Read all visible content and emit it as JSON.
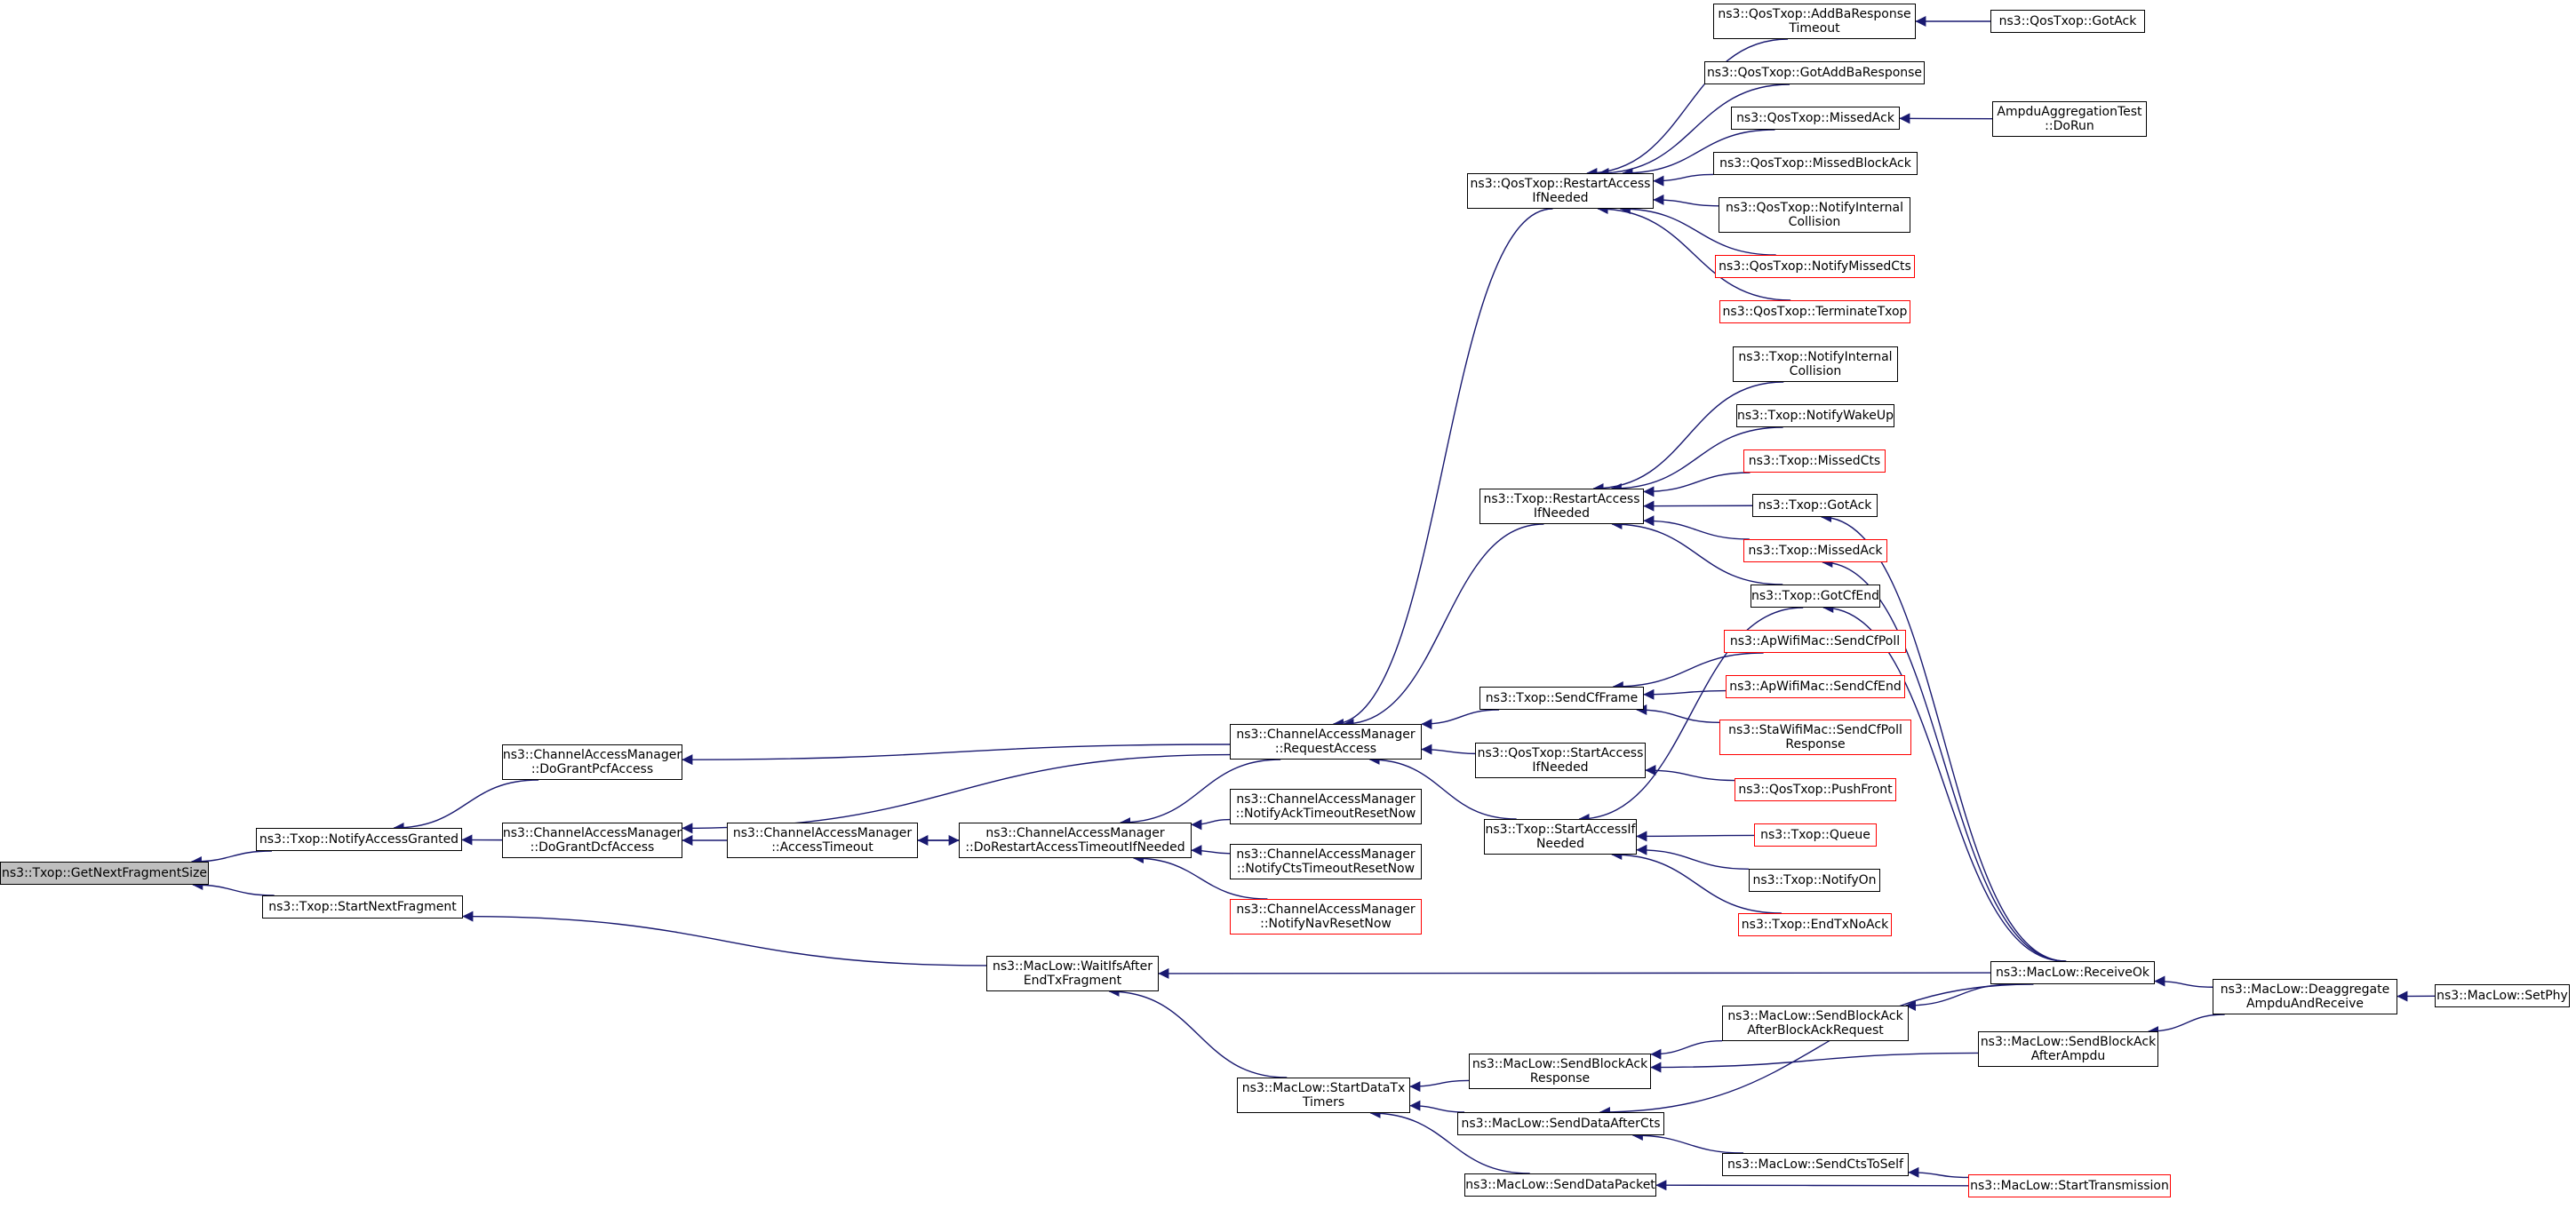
{
  "colors": {
    "edge": "#191970",
    "box": "#000000",
    "partial_box": "#ff0000",
    "focus_fill": "#bfbfbf"
  },
  "nodes": [
    {
      "id": "n0",
      "label": "ns3::Txop::GetNextFragmentSize",
      "focus": true
    },
    {
      "id": "n1",
      "label": "ns3::Txop::NotifyAccessGranted"
    },
    {
      "id": "n2",
      "label": "ns3::Txop::StartNextFragment"
    },
    {
      "id": "n3",
      "label": "ns3::ChannelAccessManager\n::DoGrantPcfAccess"
    },
    {
      "id": "n4",
      "label": "ns3::ChannelAccessManager\n::DoGrantDcfAccess"
    },
    {
      "id": "n5",
      "label": "ns3::ChannelAccessManager\n::AccessTimeout"
    },
    {
      "id": "n6",
      "label": "ns3::ChannelAccessManager\n::DoRestartAccessTimeoutIfNeeded"
    },
    {
      "id": "n7",
      "label": "ns3::ChannelAccessManager\n::RequestAccess"
    },
    {
      "id": "n8",
      "label": "ns3::ChannelAccessManager\n::NotifyAckTimeoutResetNow"
    },
    {
      "id": "n9",
      "label": "ns3::ChannelAccessManager\n::NotifyCtsTimeoutResetNow"
    },
    {
      "id": "n10",
      "label": "ns3::ChannelAccessManager\n::NotifyNavResetNow",
      "red": true
    },
    {
      "id": "n11",
      "label": "ns3::MacLow::WaitIfsAfter\nEndTxFragment"
    },
    {
      "id": "n12",
      "label": "ns3::MacLow::StartDataTx\nTimers"
    },
    {
      "id": "n13",
      "label": "ns3::QosTxop::RestartAccess\nIfNeeded"
    },
    {
      "id": "n14",
      "label": "ns3::Txop::RestartAccess\nIfNeeded"
    },
    {
      "id": "n15",
      "label": "ns3::Txop::SendCfFrame"
    },
    {
      "id": "n16",
      "label": "ns3::QosTxop::StartAccess\nIfNeeded"
    },
    {
      "id": "n17",
      "label": "ns3::Txop::StartAccessIf\nNeeded"
    },
    {
      "id": "n18",
      "label": "ns3::MacLow::SendBlockAck\nResponse"
    },
    {
      "id": "n19",
      "label": "ns3::MacLow::SendDataAfterCts"
    },
    {
      "id": "n20",
      "label": "ns3::MacLow::SendDataPacket"
    },
    {
      "id": "n21",
      "label": "ns3::QosTxop::AddBaResponse\nTimeout"
    },
    {
      "id": "n22",
      "label": "ns3::QosTxop::GotAddBaResponse"
    },
    {
      "id": "n23",
      "label": "ns3::QosTxop::MissedAck"
    },
    {
      "id": "n24",
      "label": "ns3::QosTxop::MissedBlockAck"
    },
    {
      "id": "n25",
      "label": "ns3::QosTxop::NotifyInternal\nCollision"
    },
    {
      "id": "n26",
      "label": "ns3::QosTxop::NotifyMissedCts",
      "red": true
    },
    {
      "id": "n27",
      "label": "ns3::QosTxop::TerminateTxop",
      "red": true
    },
    {
      "id": "n28",
      "label": "ns3::Txop::NotifyInternal\nCollision"
    },
    {
      "id": "n29",
      "label": "ns3::Txop::NotifyWakeUp"
    },
    {
      "id": "n30",
      "label": "ns3::Txop::MissedCts",
      "red": true
    },
    {
      "id": "n31",
      "label": "ns3::Txop::GotAck"
    },
    {
      "id": "n32",
      "label": "ns3::Txop::MissedAck",
      "red": true
    },
    {
      "id": "n33",
      "label": "ns3::Txop::GotCfEnd"
    },
    {
      "id": "n34",
      "label": "ns3::ApWifiMac::SendCfPoll",
      "red": true
    },
    {
      "id": "n35",
      "label": "ns3::ApWifiMac::SendCfEnd",
      "red": true
    },
    {
      "id": "n36",
      "label": "ns3::StaWifiMac::SendCfPoll\nResponse",
      "red": true
    },
    {
      "id": "n37",
      "label": "ns3::QosTxop::PushFront",
      "red": true
    },
    {
      "id": "n38",
      "label": "ns3::Txop::Queue",
      "red": true
    },
    {
      "id": "n39",
      "label": "ns3::Txop::NotifyOn"
    },
    {
      "id": "n40",
      "label": "ns3::Txop::EndTxNoAck",
      "red": true
    },
    {
      "id": "n41",
      "label": "ns3::MacLow::SendBlockAck\nAfterBlockAckRequest"
    },
    {
      "id": "n42",
      "label": "ns3::MacLow::SendBlockAck\nAfterAmpdu"
    },
    {
      "id": "n43",
      "label": "ns3::MacLow::SendCtsToSelf"
    },
    {
      "id": "n44",
      "label": "ns3::MacLow::StartTransmission",
      "red": true
    },
    {
      "id": "n45",
      "label": "ns3::QosTxop::GotAck"
    },
    {
      "id": "n46",
      "label": "AmpduAggregationTest\n::DoRun"
    },
    {
      "id": "n47",
      "label": "ns3::MacLow::ReceiveOk"
    },
    {
      "id": "n48",
      "label": "ns3::MacLow::Deaggregate\nAmpduAndReceive"
    },
    {
      "id": "n49",
      "label": "ns3::MacLow::SetPhy"
    }
  ],
  "edges": [
    [
      "n1",
      "n0"
    ],
    [
      "n2",
      "n0"
    ],
    [
      "n3",
      "n1"
    ],
    [
      "n4",
      "n1"
    ],
    [
      "n11",
      "n2"
    ],
    [
      "n7",
      "n3"
    ],
    [
      "n7",
      "n4"
    ],
    [
      "n5",
      "n4"
    ],
    [
      "n6",
      "n5"
    ],
    [
      "n5",
      "n6"
    ],
    [
      "n7",
      "n6"
    ],
    [
      "n8",
      "n6"
    ],
    [
      "n9",
      "n6"
    ],
    [
      "n10",
      "n6"
    ],
    [
      "n13",
      "n7"
    ],
    [
      "n14",
      "n7"
    ],
    [
      "n15",
      "n7"
    ],
    [
      "n16",
      "n7"
    ],
    [
      "n17",
      "n7"
    ],
    [
      "n47",
      "n11"
    ],
    [
      "n12",
      "n11"
    ],
    [
      "n18",
      "n12"
    ],
    [
      "n19",
      "n12"
    ],
    [
      "n20",
      "n12"
    ],
    [
      "n21",
      "n13"
    ],
    [
      "n22",
      "n13"
    ],
    [
      "n23",
      "n13"
    ],
    [
      "n24",
      "n13"
    ],
    [
      "n25",
      "n13"
    ],
    [
      "n26",
      "n13"
    ],
    [
      "n27",
      "n13"
    ],
    [
      "n28",
      "n14"
    ],
    [
      "n29",
      "n14"
    ],
    [
      "n30",
      "n14"
    ],
    [
      "n31",
      "n14"
    ],
    [
      "n32",
      "n14"
    ],
    [
      "n33",
      "n14"
    ],
    [
      "n34",
      "n15"
    ],
    [
      "n35",
      "n15"
    ],
    [
      "n36",
      "n15"
    ],
    [
      "n37",
      "n16"
    ],
    [
      "n33",
      "n17"
    ],
    [
      "n38",
      "n17"
    ],
    [
      "n39",
      "n17"
    ],
    [
      "n40",
      "n17"
    ],
    [
      "n41",
      "n18"
    ],
    [
      "n42",
      "n18"
    ],
    [
      "n43",
      "n19"
    ],
    [
      "n47",
      "n19"
    ],
    [
      "n44",
      "n20"
    ],
    [
      "n45",
      "n21"
    ],
    [
      "n46",
      "n23"
    ],
    [
      "n47",
      "n31"
    ],
    [
      "n47",
      "n32"
    ],
    [
      "n47",
      "n33"
    ],
    [
      "n47",
      "n41"
    ],
    [
      "n48",
      "n42"
    ],
    [
      "n44",
      "n43"
    ],
    [
      "n48",
      "n47"
    ],
    [
      "n49",
      "n48"
    ]
  ]
}
